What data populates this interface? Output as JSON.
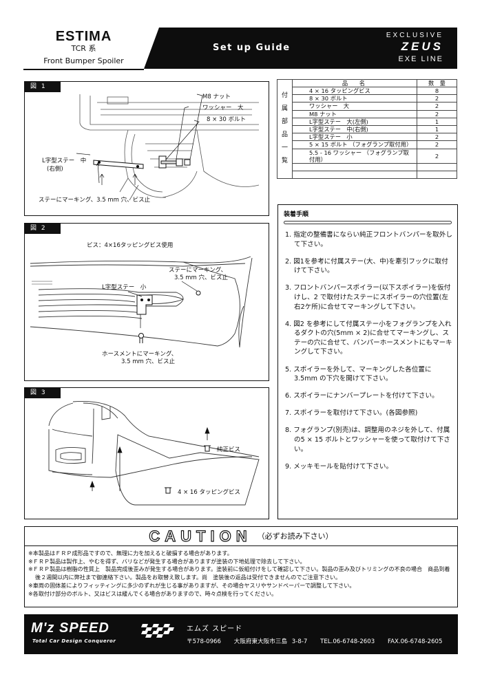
{
  "header": {
    "model_name": "ESTIMA",
    "model_sub": "TCR 系",
    "part_name": "Front Bumper Spoiler",
    "guide_title": "Set up Guide",
    "brand_line1": "EXCLUSIVE",
    "brand_line2": "ZEUS",
    "brand_line3": "EXE LINE"
  },
  "figures": {
    "fig1": {
      "tab": "図 1",
      "labels": {
        "m8_nut": "M8 ナット",
        "washer": "ワッシャー　大",
        "bolt": "8 × 30 ボルト",
        "stay_middle": "L字型ステー　中",
        "stay_side": "(右側)",
        "marking": "ステーにマーキング、3.5 mm 穴、ビス止"
      }
    },
    "fig2": {
      "tab": "図 2",
      "labels": {
        "screw_note": "ビス：4×16タッピングビス使用",
        "stay_marking_1": "ステーにマーキング、",
        "stay_marking_2": "3.5 mm 穴、ビス止",
        "stay_small": "L字型ステー　小",
        "hose_marking_1": "ホースメントにマーキング、",
        "hose_marking_2": "3.5 mm 穴、ビス止"
      }
    },
    "fig3": {
      "tab": "図 3",
      "labels": {
        "genuine_screw": "純正ビス",
        "tapping_screw": "4 × 16 タッピングビス"
      }
    }
  },
  "parts_table": {
    "side_label": [
      "付",
      "属",
      "部",
      "品",
      "一",
      "覧"
    ],
    "headers": {
      "name": "品　　名",
      "qty": "数　量"
    },
    "rows": [
      {
        "name": "4 × 16 タッピングビス",
        "qty": "8"
      },
      {
        "name": "8 × 30 ボルト",
        "qty": "2"
      },
      {
        "name": "ワッシャー　大",
        "qty": "2"
      },
      {
        "name": "M8 ナット",
        "qty": "2"
      },
      {
        "name": "L字型ステー　大(左側)",
        "qty": "1"
      },
      {
        "name": "L字型ステー　中(右側)",
        "qty": "1"
      },
      {
        "name": "L字型ステー　小",
        "qty": "2"
      },
      {
        "name": "5 × 15 ボルト （フォグランプ取付用）",
        "qty": "2"
      },
      {
        "name": "5.5 - 16 ワッシャー （フォグランプ取付用）",
        "qty": "2"
      },
      {
        "name": "",
        "qty": ""
      },
      {
        "name": "",
        "qty": ""
      }
    ]
  },
  "procedure": {
    "title": "装着手順",
    "steps": [
      "1. 指定の整備書にならい純正フロントバンパーを取外して下さい。",
      "2. 図1を参考に付属ステー(大、中)を牽引フックに取付けて下さい。",
      "3. フロントバンパースポイラー(以下スポイラー)を仮付けし、2 で取付けたステーにスポイラーの穴位置(左右2ケ所)に合せてマーキングして下さい。",
      "4. 図2 を参考にして付属ステー小をフォグランプを入れるダクトの穴(5mm × 2)に合せてマーキングし、ステーの穴に合せて、バンパーホースメントにもマーキングして下さい。",
      "5. スポイラーを外して、マーキングした各位置に3.5mm の下穴を開けて下さい。",
      "6. スポイラーにナンバープレートを付けて下さい。",
      "7. スポイラーを取付けて下さい。(各図参照)",
      "8. フォグランプ(別売)は、調整用のネジを外して、付属の5 × 15 ボルトとワッシャーを使って取付けて下さい。",
      "9. メッキモールを貼付けて下さい。"
    ]
  },
  "caution": {
    "title": "CAUTION",
    "subtitle": "（必ずお読み下さい）",
    "items": [
      "※本製品はＦＲＰ成形品ですので、無理に力を加えると破損する場合があります。",
      "※ＦＲＰ製品は製作上、やむを得ず、バリなどが発生する場合がありますが塗装の下地処理で除去して下さい。",
      "※ＦＲＰ製品は樹脂の性質上　製品完成後歪みが発生する場合があります。塗装前に仮組付けをして確認して下さい。製品の歪み及びトリミングの不良の場合　商品到着後２週間以内に弊社まで御連絡下さい。製品をお取替え致します。尚　塗装後の返品は受付できませんのでご注意下さい。",
      "※車両の固体差によりフィッティングに多少のずれが生じる事がありますが、その場合ヤスリやサンドペーパーで調整して下さい。",
      "※各取付け部分のボルト、又はビスは緩んでくる場合がありますので、時々点検を行ってください。"
    ]
  },
  "footer": {
    "logo": "M'z SPEED",
    "slogan": "Total Car Design Conqueror",
    "company": "エムズ スピード",
    "postal": "〒578-0966",
    "address": "大阪府東大阪市三島 3-8-7",
    "tel": "TEL.06-6748-2603",
    "fax": "FAX.06-6748-2605"
  }
}
